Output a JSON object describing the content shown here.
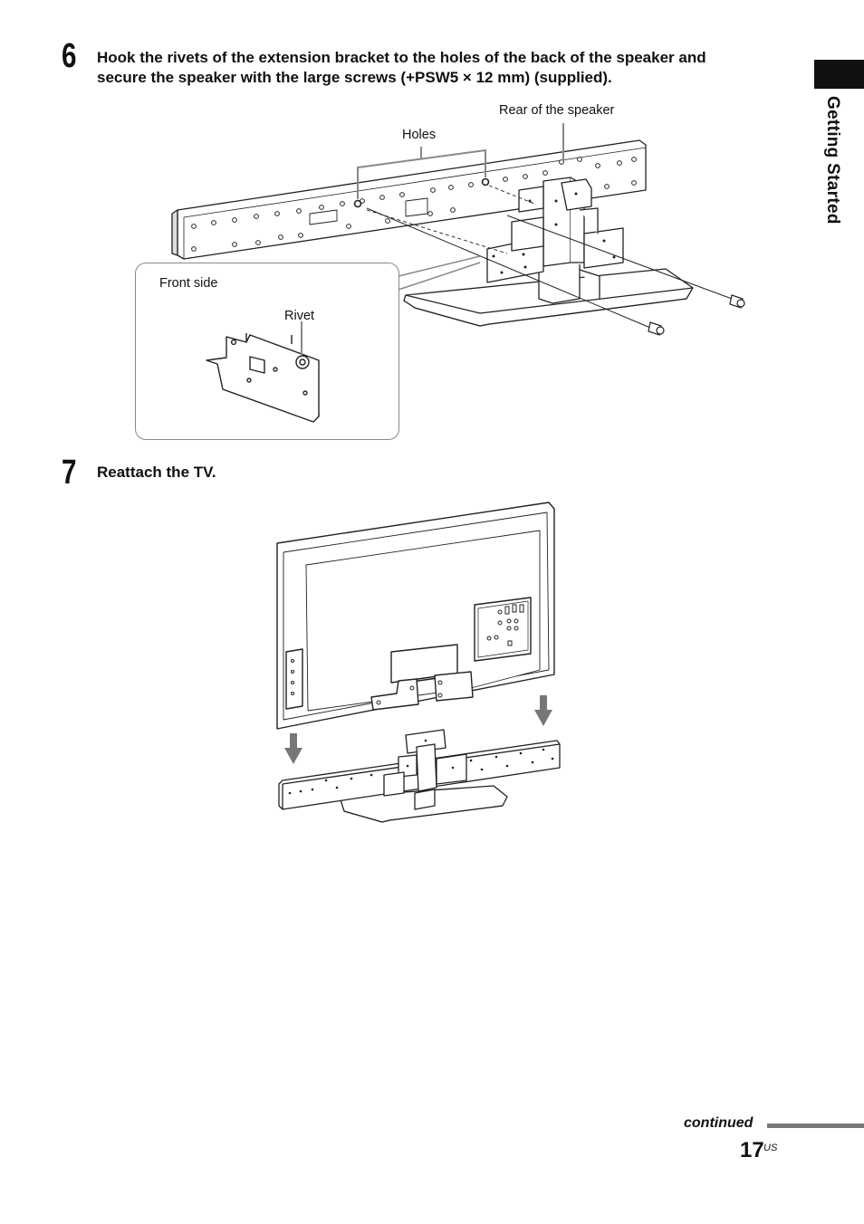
{
  "side_tab": {
    "label": "Getting Started"
  },
  "steps": [
    {
      "number": "6",
      "text_line1": "Hook the rivets of the extension bracket to the holes of the back of the speaker and",
      "text_line2": "secure the speaker with the large screws (+PSW5 × 12 mm) (supplied)."
    },
    {
      "number": "7",
      "text_line1": "Reattach the TV."
    }
  ],
  "figure1": {
    "label_rear": "Rear of the speaker",
    "label_holes": "Holes",
    "label_front_side": "Front side",
    "label_rivet": "Rivet"
  },
  "footer": {
    "continued": "continued",
    "page_number": "17",
    "page_suffix": "US"
  },
  "colors": {
    "line": "#222222",
    "callout_line": "#888888",
    "arrow": "#777777"
  }
}
